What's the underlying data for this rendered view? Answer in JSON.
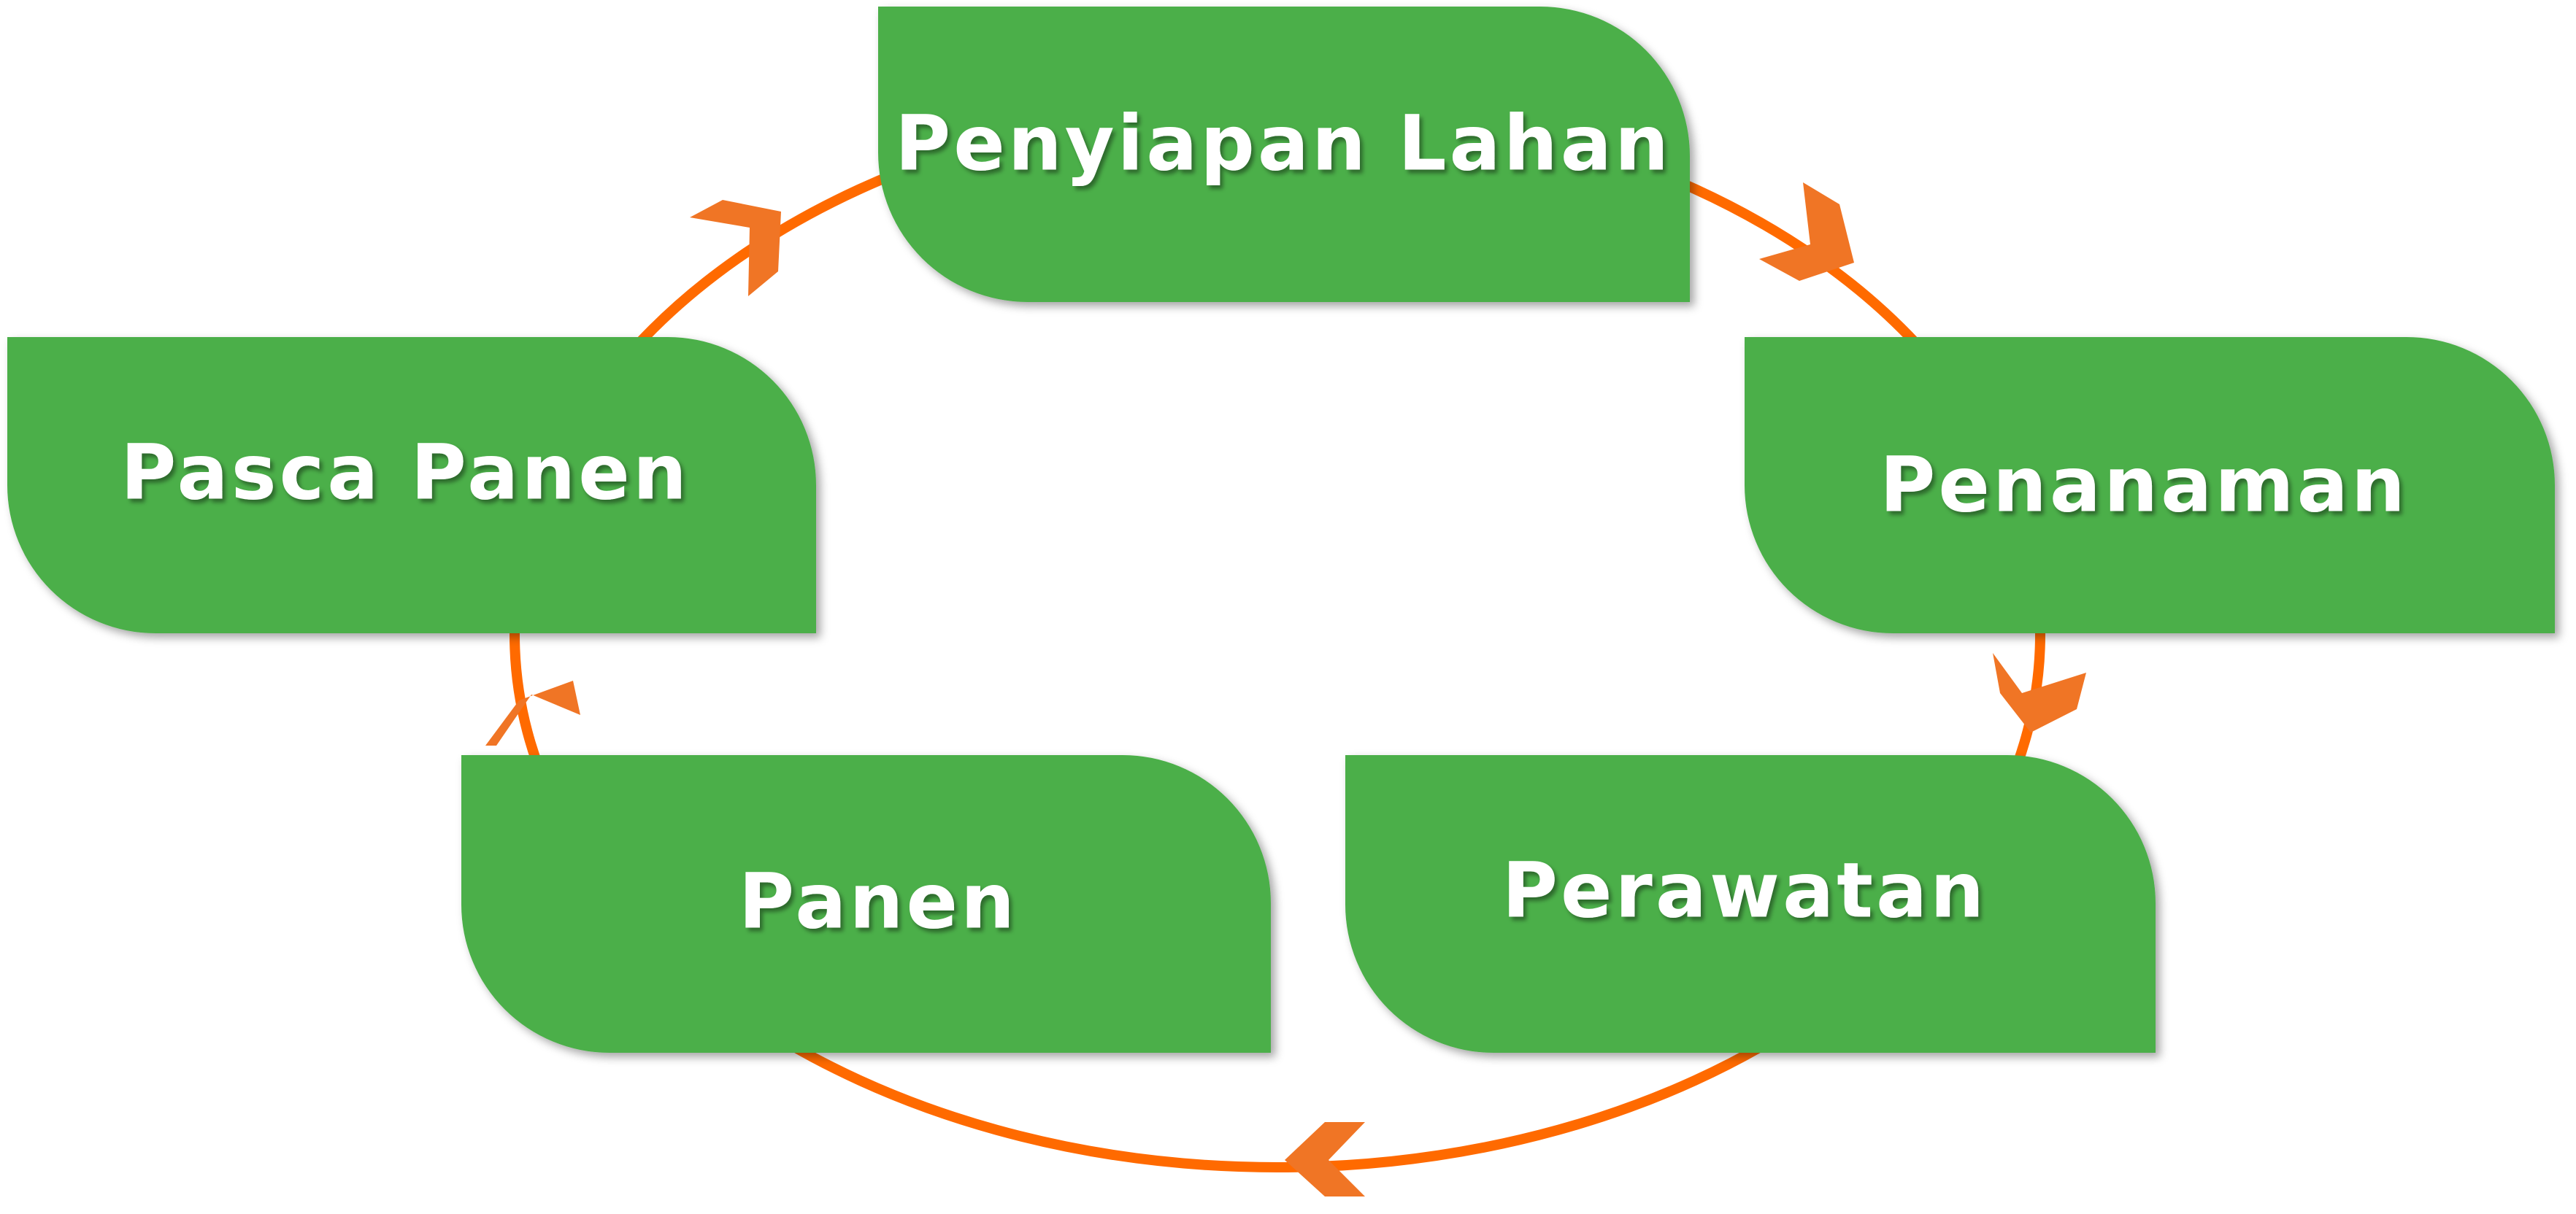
{
  "diagram": {
    "type": "cycle",
    "colors": {
      "node_fill": "#4CAF48",
      "cycle_line": "#FF6A00",
      "arrow": "#F07525",
      "label": "#FFFFFF"
    },
    "nodes": [
      {
        "id": "penyiapan-lahan",
        "label": "Penyiapan Lahan"
      },
      {
        "id": "penanaman",
        "label": "Penanaman"
      },
      {
        "id": "perawatan",
        "label": "Perawatan"
      },
      {
        "id": "panen",
        "label": "Panen"
      },
      {
        "id": "pasca-panen",
        "label": "Pasca Panen"
      }
    ],
    "edges": [
      {
        "from": "penyiapan-lahan",
        "to": "penanaman"
      },
      {
        "from": "penanaman",
        "to": "perawatan"
      },
      {
        "from": "perawatan",
        "to": "panen"
      },
      {
        "from": "panen",
        "to": "pasca-panen"
      },
      {
        "from": "pasca-panen",
        "to": "penyiapan-lahan"
      }
    ]
  }
}
